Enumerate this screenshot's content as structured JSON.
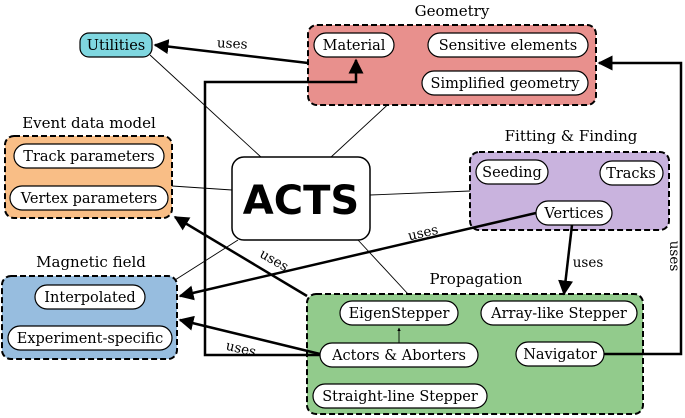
{
  "core": {
    "label": "ACTS"
  },
  "utilities": {
    "label": "Utilities"
  },
  "groups": {
    "geometry": {
      "title": "Geometry",
      "color": "#e8908d",
      "items": {
        "material": "Material",
        "sensitive": "Sensitive elements",
        "simplified": "Simplified geometry"
      }
    },
    "event_data_model": {
      "title": "Event data model",
      "color": "#f9be86",
      "items": {
        "track_params": "Track parameters",
        "vertex_params": "Vertex parameters"
      }
    },
    "fitting_finding": {
      "title": "Fitting & Finding",
      "color": "#c9b3de",
      "items": {
        "seeding": "Seeding",
        "tracks": "Tracks",
        "vertices": "Vertices"
      }
    },
    "magnetic_field": {
      "title": "Magnetic field",
      "color": "#97bddf",
      "items": {
        "interpolated": "Interpolated",
        "experiment_specific": "Experiment-specific"
      }
    },
    "propagation": {
      "title": "Propagation",
      "color": "#92cb8c",
      "items": {
        "eigen_stepper": "EigenStepper",
        "array_stepper": "Array-like Stepper",
        "actors_aborters": "Actors & Aborters",
        "navigator": "Navigator",
        "straight_stepper": "Straight-line Stepper"
      }
    }
  },
  "edges": {
    "geometry_utilities": "uses",
    "propagation_edm": "uses",
    "vertices_magnetic": "uses",
    "vertices_propagation": "uses",
    "propagation_magnetic": "uses",
    "navigator_geometry": "uses"
  },
  "colors": {
    "utilities_fill": "#7fd7e0",
    "border": "#000000"
  }
}
